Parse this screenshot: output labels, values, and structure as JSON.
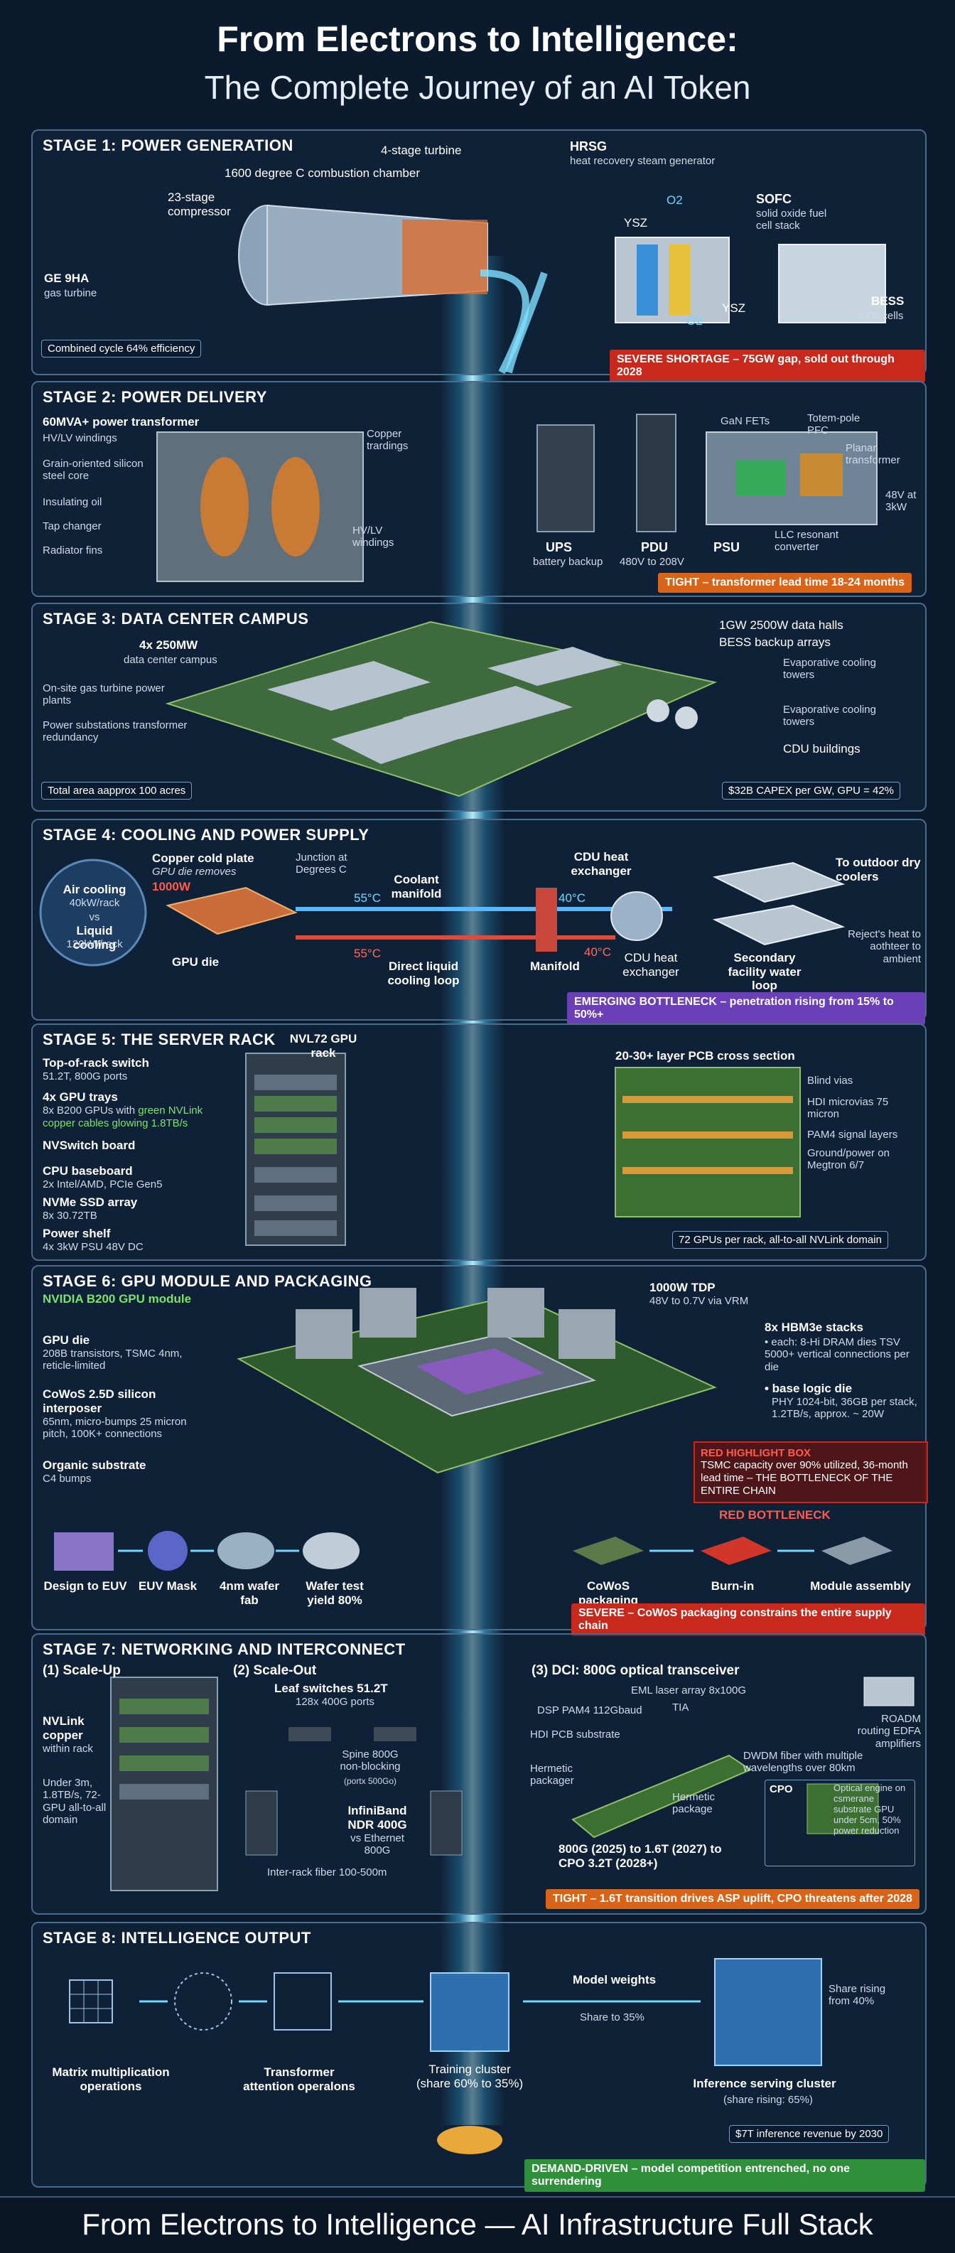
{
  "header": {
    "title": "From Electrons to Intelligence:",
    "subtitle": "The Complete Journey of an AI Token"
  },
  "stage1": {
    "heading": "STAGE 1: POWER GENERATION",
    "turbine_name": "GE 9HA",
    "turbine_type": "gas turbine",
    "compressor": "23-stage compressor",
    "combustion": "1600 degree C combustion chamber",
    "turbine_stage": "4-stage turbine",
    "hrsg": "HRSG",
    "hrsg_sub": "heat recovery steam generator",
    "sofc": "SOFC",
    "sofc_sub": "solid oxide fuel cell stack",
    "ysz1": "YSZ",
    "ysz2": "YSZ",
    "o2a": "O2",
    "o2b": "O2",
    "bess": "BESS",
    "bess_sub": "LFP cells",
    "note": "Combined cycle 64% efficiency",
    "badge": "SEVERE SHORTAGE – 75GW gap, sold out through 2028"
  },
  "stage2": {
    "heading": "STAGE 2: POWER DELIVERY",
    "transformer": "60MVA+ power transformer",
    "l1": "HV/LV windings",
    "l2": "Grain-oriented silicon steel core",
    "l3": "Insulating oil",
    "l4": "Tap changer",
    "l5": "Radiator fins",
    "copper": "Copper trardings",
    "windings": "HV/LV windings",
    "ups": "UPS",
    "ups_sub": "battery backup",
    "pdu": "PDU",
    "pdu_sub": "480V to 208V",
    "psu": "PSU",
    "gan": "GaN FETs",
    "totem": "Totem-pole PFC",
    "planar": "Planar transformer",
    "llc": "LLC resonant converter",
    "out": "48V at 3kW",
    "badge": "TIGHT – transformer lead time 18-24 months"
  },
  "stage3": {
    "heading": "STAGE 3: DATA CENTER CAMPUS",
    "campus": "4x 250MW",
    "campus_sub": "data center campus",
    "onsite": "On-site gas turbine power plants",
    "substations": "Power substations transformer redundancy",
    "halls": "1GW 2500W data halls",
    "bess": "BESS backup arrays",
    "evap1": "Evaporative cooling towers",
    "evap2": "Evaporative cooling towers",
    "cdu": "CDU buildings",
    "note_left": "Total area aapprox 100 acres",
    "note_right": "$32B CAPEX per GW, GPU = 42%"
  },
  "stage4": {
    "heading": "STAGE 4: COOLING AND POWER SUPPLY",
    "air": "Air cooling",
    "air_val": "40kW/rack",
    "vs": "vs",
    "liquid": "Liquid cooling",
    "liquid_val": "120kW/rack",
    "plate": "Copper cold plate",
    "plate_sub": "GPU die removes",
    "watts": "1000W",
    "junction": "Junction at Degrees C",
    "coolant": "Coolant manifold",
    "cdu_hx": "CDU heat exchanger",
    "t55a": "55°C",
    "t55b": "55°C",
    "t40a": "40°C",
    "t40b": "40°C",
    "gpu_die": "GPU die",
    "loop": "Direct liquid cooling loop",
    "manifold": "Manifold",
    "cdu2": "CDU heat exchanger",
    "secondary": "Secondary facility water loop",
    "outdoor": "To outdoor dry coolers",
    "reject": "Reject's heat to aothteer to ambient",
    "badge": "EMERGING BOTTLENECK – penetration rising from 15% to 50%+"
  },
  "stage5": {
    "heading": "STAGE 5: THE SERVER RACK",
    "rack": "NVL72 GPU rack",
    "tor": "Top-of-rack switch",
    "tor_sub": "51.2T, 800G ports",
    "trays": "4x GPU trays",
    "trays_sub1": "8x B200 GPUs with",
    "trays_sub2": "green NVLink",
    "trays_sub3": "copper cables glowing 1.8TB/s",
    "nvswitch": "NVSwitch board",
    "cpu": "CPU baseboard",
    "cpu_sub": "2x Intel/AMD, PCIe Gen5",
    "nvme": "NVMe SSD array",
    "nvme_sub": "8x 30.72TB",
    "power": "Power shelf",
    "power_sub": "4x 3kW PSU 48V DC",
    "pcb": "20-30+ layer PCB cross section",
    "vias": "Blind vias",
    "hdi": "HDI microvias 75 micron",
    "pam4": "PAM4 signal layers",
    "ground": "Ground/power on Megtron 6/7",
    "note": "72 GPUs per rack, all-to-all NVLink domain"
  },
  "stage6": {
    "heading": "STAGE 6: GPU MODULE AND PACKAGING",
    "module": "NVIDIA B200 GPU module",
    "die": "GPU die",
    "die_sub": "208B transistors, TSMC 4nm, reticle-limited",
    "cowos": "CoWoS 2.5D silicon interposer",
    "cowos_sub": "65nm, micro-bumps 25 micron pitch, 100K+ connections",
    "organic": "Organic substrate",
    "organic_sub": "C4 bumps",
    "tdp": "1000W TDP",
    "tdp_sub": "48V to 0.7V via VRM",
    "hbm": "8x HBM3e stacks",
    "hbm_sub": "• each: 8-Hi DRAM dies TSV 5000+ vertical connections per die",
    "base": "• base logic die",
    "base_sub": "PHY 1024-bit, 36GB per stack, 1.2TB/s, approx. ~ 20W",
    "box_title": "RED HIGHLIGHT BOX",
    "box_body": "TSMC capacity over 90% utilized, 36-month lead time – THE BOTTLENECK OF THE ENTIRE CHAIN",
    "red_bottleneck": "RED BOTTLENECK",
    "steps": [
      "Design to EUV",
      "EUV Mask",
      "4nm wafer fab",
      "Wafer test yield 80%",
      "CoWoS packaging",
      "Burn-in",
      "Module assembly"
    ],
    "badge": "SEVERE – CoWoS packaging constrains the entire supply chain"
  },
  "stage7": {
    "heading": "STAGE 7: NETWORKING AND INTERCONNECT",
    "scaleup": "(1) Scale-Up",
    "nvlink": "NVLink copper",
    "nvlink_sub": "within rack",
    "nvlink_stats": "Under 3m, 1.8TB/s, 72-GPU all-to-all domain",
    "scaleout": "(2) Scale-Out",
    "leaf": "Leaf switches 51.2T",
    "leaf_sub": "128x 400G ports",
    "spine": "Spine 800G non-blocking",
    "spine_sub": "(portx 500Go)",
    "ib": "InfiniBand NDR 400G",
    "ib_sub": "vs Ethernet 800G",
    "fiber": "Inter-rack fiber 100-500m",
    "dci": "(3) DCI: 800G optical transceiver",
    "eml": "EML laser array 8x100G",
    "dsp": "DSP PAM4 112Gbaud",
    "tia": "TIA",
    "hdi": "HDI PCB substrate",
    "herm1": "Hermetic packager",
    "herm2": "Hermetic package",
    "roadm": "ROADM routing EDFA amplifiers",
    "dwdm": "DWDM fiber with multiple wavelengths over 80km",
    "cpo": "CPO",
    "cpo_sub": "Optical engine on csmerane substrate GPU under 5cm, 50% power reduction",
    "roadmap": "800G (2025) to 1.6T (2027) to CPO 3.2T (2028+)",
    "badge": "TIGHT – 1.6T transition drives ASP uplift, CPO threatens after 2028"
  },
  "stage8": {
    "heading": "STAGE 8: INTELLIGENCE OUTPUT",
    "matrix": "Matrix multiplication operations",
    "attention": "Transformer attention operalons",
    "training": "Training cluster",
    "training_sub": "(share 60% to 35%)",
    "weights": "Model weights",
    "share35": "Share to 35%",
    "share40": "Share rising from 40%",
    "inference": "Inference serving cluster",
    "inference_sub": "(share rising: 65%)",
    "note": "$7T inference revenue by 2030",
    "badge": "DEMAND-DRIVEN – model competition entrenched, no one surrendering"
  },
  "footer": {
    "text": "From Electrons to Intelligence — AI Infrastructure Full Stack"
  },
  "colors": {
    "beam": "#6fd8ff",
    "severe": "#c8291d",
    "tight": "#d8641a",
    "emerging": "#6b3fb5",
    "demand": "#2f8f3a"
  }
}
